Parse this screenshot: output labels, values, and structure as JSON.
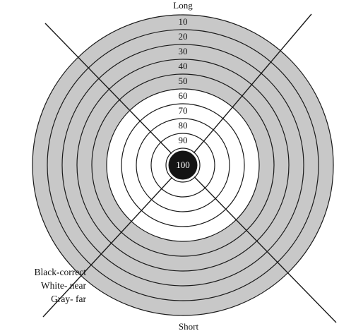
{
  "labels": {
    "top": "Long",
    "bottom": "Short",
    "center": "100"
  },
  "rings": [
    {
      "label": "10",
      "zone": "far"
    },
    {
      "label": "20",
      "zone": "far"
    },
    {
      "label": "30",
      "zone": "far"
    },
    {
      "label": "40",
      "zone": "far"
    },
    {
      "label": "50",
      "zone": "far"
    },
    {
      "label": "60",
      "zone": "near"
    },
    {
      "label": "70",
      "zone": "near"
    },
    {
      "label": "80",
      "zone": "near"
    },
    {
      "label": "90",
      "zone": "near"
    }
  ],
  "legend": {
    "line1": "Black-correct",
    "line2": "White- near",
    "line3": "Gray- far"
  },
  "colors": {
    "far": "#c8c8c8",
    "near": "#ffffff",
    "correct": "#141414",
    "line": "#1a1a1a",
    "center_text": "#ffffff"
  }
}
